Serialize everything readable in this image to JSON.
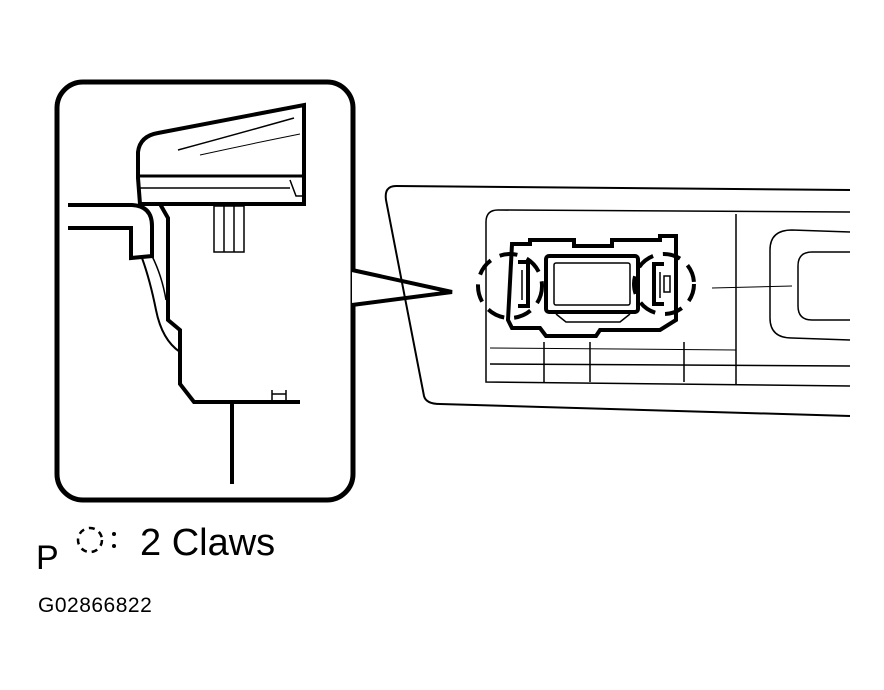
{
  "figure": {
    "view_label": "P",
    "legend_text": "2 Claws",
    "figure_id": "G02866822",
    "callout_count": 2,
    "icons": {
      "legend": "dashed-circle-icon",
      "callout": "dashed-circle-callout-icon"
    }
  }
}
